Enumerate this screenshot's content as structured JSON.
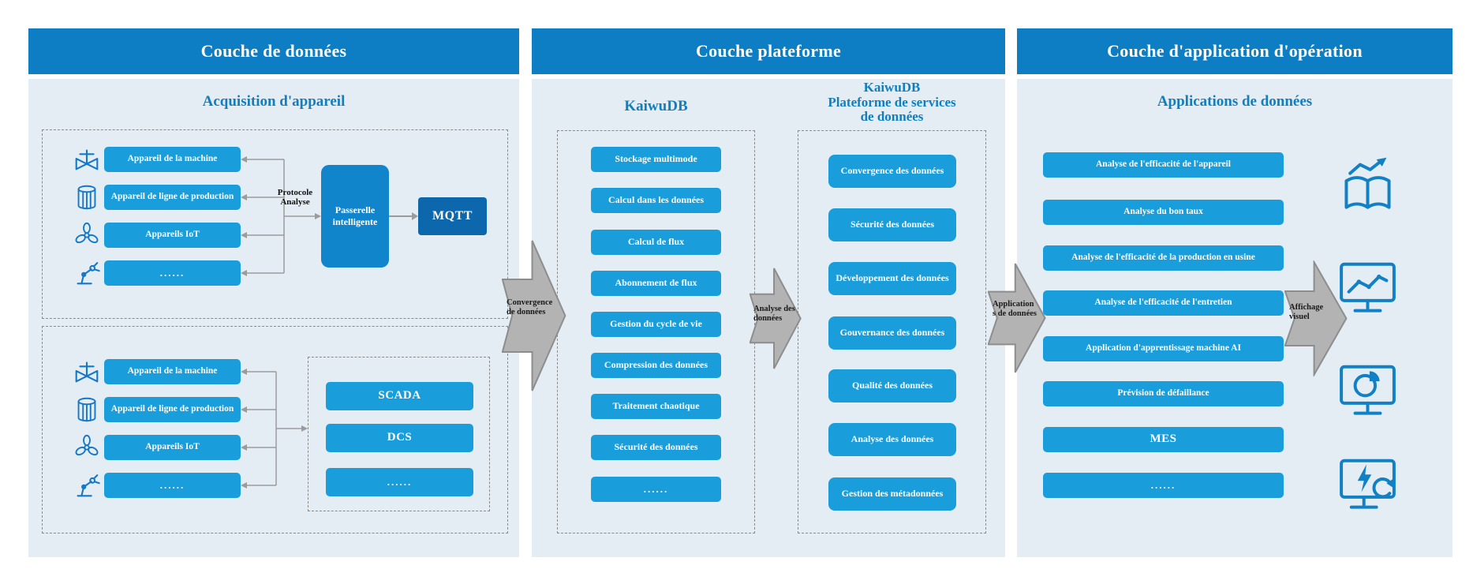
{
  "layers": {
    "data": {
      "header": "Couche de données",
      "subtitle": "Acquisition d'appareil",
      "group1": {
        "devices": [
          "Appareil de la machine",
          "Appareil de ligne de production",
          "Appareils IoT",
          "......"
        ],
        "protocol_label": "Protocole\nAnalyse",
        "gateway_label": "Passerelle\nintelligente",
        "mqtt_label": "MQTT"
      },
      "group2": {
        "devices": [
          "Appareil de la machine",
          "Appareil de ligne de production",
          "Appareils IoT",
          "......"
        ],
        "systems": [
          "SCADA",
          "DCS",
          "......"
        ]
      }
    },
    "platform": {
      "header": "Couche plateforme",
      "kaiwudb": {
        "subtitle": "KaiwuDB",
        "items": [
          "Stockage multimode",
          "Calcul dans les données",
          "Calcul de flux",
          "Abonnement de flux",
          "Gestion du cycle de vie",
          "Compression des données",
          "Traitement chaotique",
          "Sécurité des données",
          "......"
        ]
      },
      "services": {
        "subtitle": "KaiwuDB\nPlateforme de services\nde données",
        "items": [
          "Convergence des données",
          "Sécurité des données",
          "Développement des données",
          "Gouvernance des données",
          "Qualité des données",
          "Analyse des données",
          "Gestion des métadonnées"
        ]
      }
    },
    "application": {
      "header": "Couche d'application d'opération",
      "subtitle": "Applications de données",
      "items": [
        "Analyse de l'efficacité de l'appareil",
        "Analyse du bon taux",
        "Analyse de l'efficacité de la production en usine",
        "Analyse de l'efficacité de l'entretien",
        "Application d'apprentissage machine AI",
        "Prévision de défaillance",
        "MES",
        "......"
      ],
      "icons": [
        "report-analysis-icon",
        "monitor-line-chart-icon",
        "monitor-pie-chart-icon",
        "monitor-power-sync-icon"
      ]
    }
  },
  "flow_labels": {
    "to_platform": "Convergence de données",
    "to_services": "Analyse des données",
    "to_application": "Applications de données",
    "to_display": "Affichage visuel"
  },
  "colors": {
    "header_bg": "#0d7ec4",
    "panel_bg": "#e4ecf4",
    "button_bg": "#199ddb",
    "gateway_bg": "#1185cc",
    "mqtt_bg": "#0c67ad",
    "subtitle_text": "#0f7fc0",
    "flow_arrow_fill": "#b3b3b3",
    "icon_blue": "#1478c8"
  }
}
